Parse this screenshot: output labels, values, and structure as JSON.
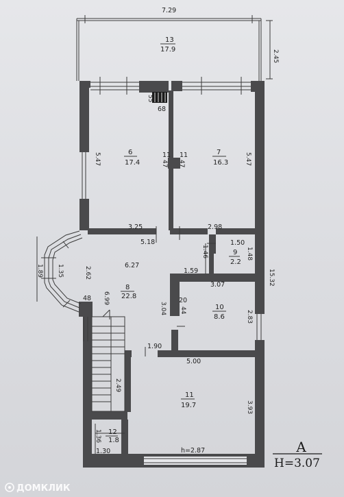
{
  "plan": {
    "dimensions": {
      "top_width": "7.29",
      "balcony_depth": "2.45",
      "left_upper": "5.47",
      "right_upper": "5.47",
      "wall_55": "55",
      "wall_68": "68",
      "pier_11a": "11",
      "pier_11b": "11",
      "pier_47a": "47",
      "pier_47b": "47",
      "room6_bottom": "3.25",
      "room7_bottom": "2.98",
      "corridor_518": "5.18",
      "room9_top": "1.50",
      "room9_left": "1.46",
      "room9_right": "1.48",
      "corridor_159": "1.59",
      "room10_top": "3.07",
      "bay_outer": "1.89",
      "bay_inner": "1.35",
      "bay_side": "2.62",
      "hall_627": "6.27",
      "hall_699": "6.99",
      "pier_48": "48",
      "total_right": "15.32",
      "room10_left": "3.04",
      "pier_20": "20",
      "pier_44": "44",
      "room10_right": "2.83",
      "width_190": "1.90",
      "width_500": "5.00",
      "stair_249": "2.49",
      "room11_right": "3.93",
      "room12_side": "1.36",
      "room12_bottom": "1.30",
      "ceiling_h": "h=2.87"
    },
    "rooms": [
      {
        "number": "13",
        "area": "17.9"
      },
      {
        "number": "6",
        "area": "17.4"
      },
      {
        "number": "7",
        "area": "16.3"
      },
      {
        "number": "9",
        "area": "2.2"
      },
      {
        "number": "8",
        "area": "22.8"
      },
      {
        "number": "10",
        "area": "8.6"
      },
      {
        "number": "11",
        "area": "19.7"
      },
      {
        "number": "12",
        "area": "1.8"
      }
    ],
    "level_letter": "А",
    "level_height": "Н=3.07"
  },
  "watermark": "ДОМКЛИК"
}
